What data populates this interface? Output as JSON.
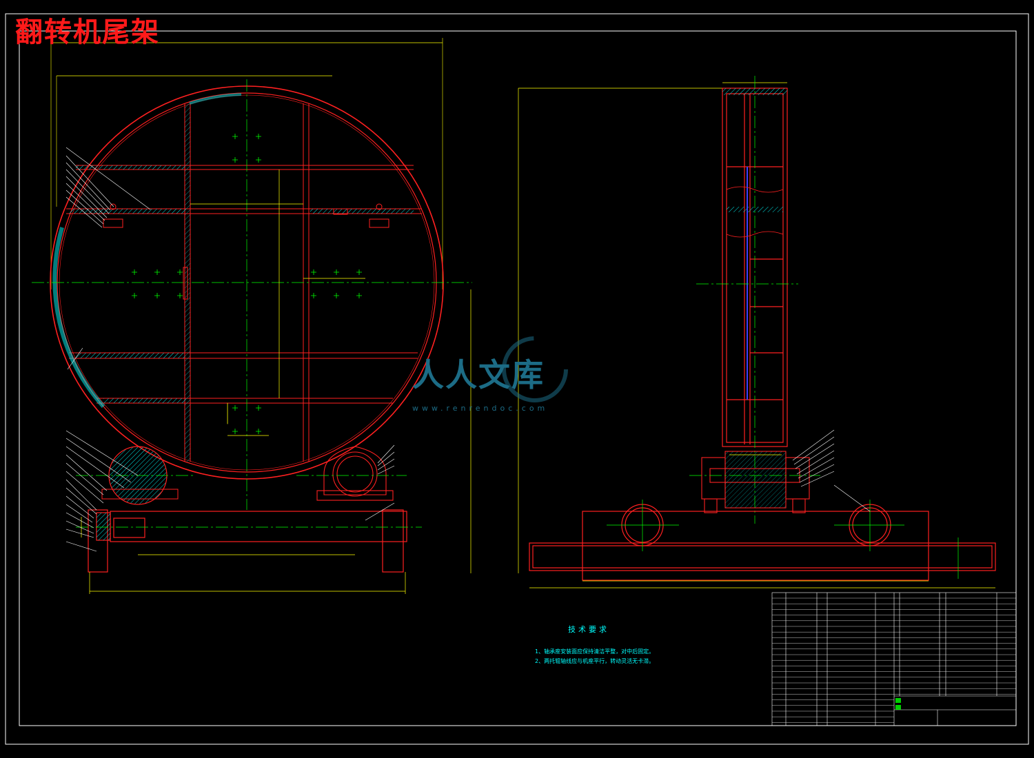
{
  "drawing": {
    "title": "翻转机尾架",
    "technical_requirements": {
      "heading": "技术要求",
      "items": [
        "1、轴承座安装面应保持清洁平整，对中后固定。",
        "2、两托辊轴线应与机座平行，转动灵活无卡滞。"
      ]
    },
    "watermark": {
      "text": "人人文库",
      "url": "www.renrendoc.com"
    }
  },
  "colors": {
    "background": "#000000",
    "outline": "#ff0000",
    "dimension": "#ffff00",
    "centerline": "#00ff00",
    "hatch": "#00ffff",
    "frame": "#ffffff"
  }
}
